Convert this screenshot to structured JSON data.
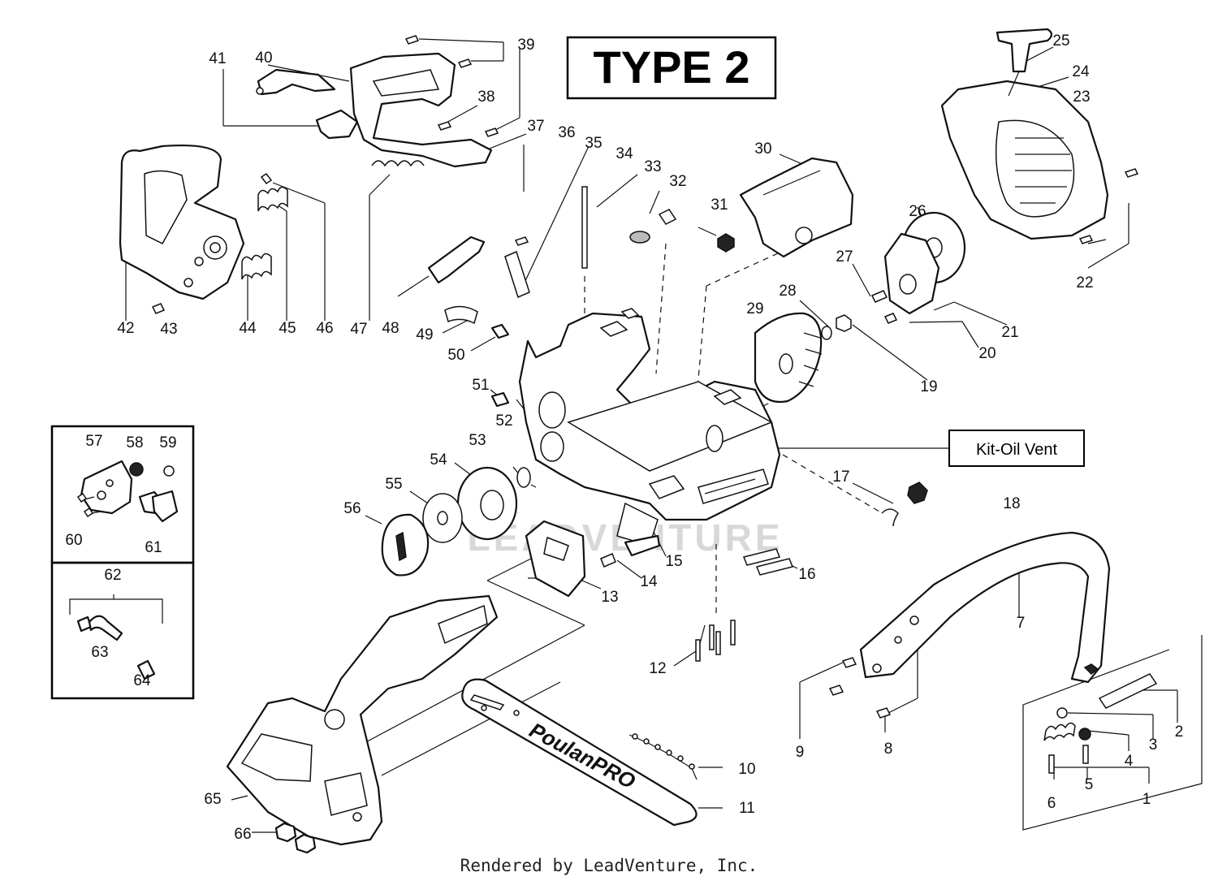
{
  "title": "TYPE 2",
  "kit_label": "Kit-Oil Vent",
  "footer": "Rendered by LeadVenture, Inc.",
  "watermark": "LEADVENTURE",
  "bar_brand": "PoulanPRO",
  "callouts": [
    "1",
    "2",
    "3",
    "4",
    "5",
    "6",
    "7",
    "8",
    "9",
    "10",
    "11",
    "12",
    "13",
    "14",
    "15",
    "16",
    "17",
    "18",
    "19",
    "20",
    "21",
    "22",
    "23",
    "24",
    "25",
    "26",
    "27",
    "28",
    "29",
    "30",
    "31",
    "32",
    "33",
    "34",
    "35",
    "36",
    "37",
    "38",
    "39",
    "40",
    "41",
    "42",
    "43",
    "44",
    "45",
    "46",
    "47",
    "48",
    "49",
    "50",
    "51",
    "52",
    "53",
    "54",
    "55",
    "56",
    "57",
    "58",
    "59",
    "60",
    "61",
    "62",
    "63",
    "64",
    "65",
    "66"
  ]
}
